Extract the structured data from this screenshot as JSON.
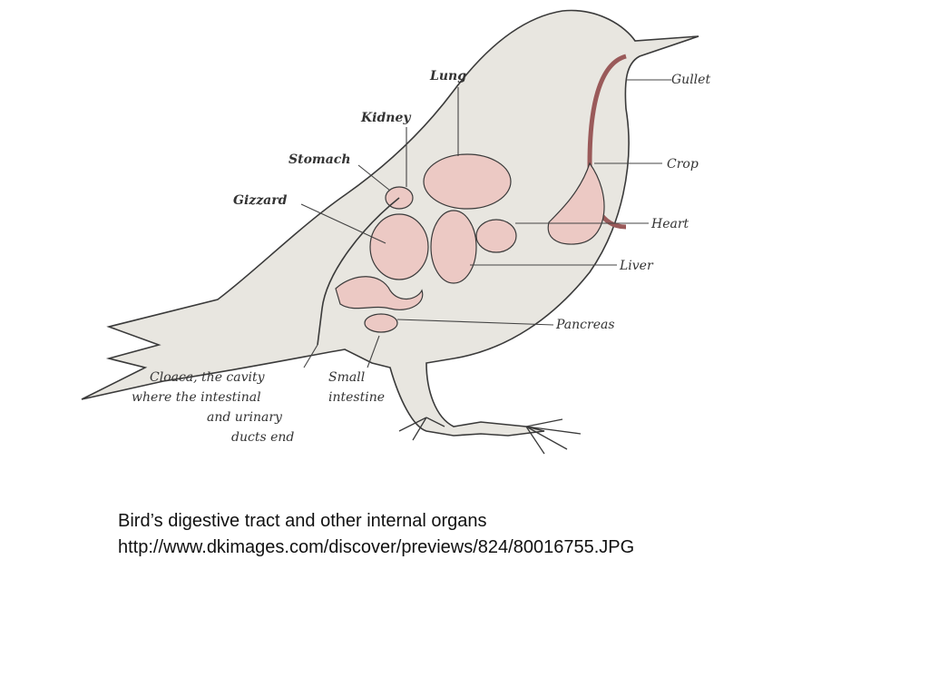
{
  "labels": {
    "lung": "Lung",
    "kidney": "Kidney",
    "stomach": "Stomach",
    "gizzard": "Gizzard",
    "gullet": "Gullet",
    "crop": "Crop",
    "heart": "Heart",
    "liver": "Liver",
    "pancreas": "Pancreas",
    "cloaca": [
      "Cloaca, the cavity",
      "where the intestinal",
      "and urinary",
      "ducts end"
    ],
    "small_intestine": [
      "Small",
      "intestine"
    ]
  },
  "caption": {
    "line1": "Bird’s digestive tract and other internal organs",
    "line2": "http://www.dkimages.com/discover/previews/824/80016755.JPG"
  },
  "colors": {
    "body_fill": "#e8e6e0",
    "organ_fill": "#ecc9c4",
    "outline": "#3a3a3a"
  }
}
